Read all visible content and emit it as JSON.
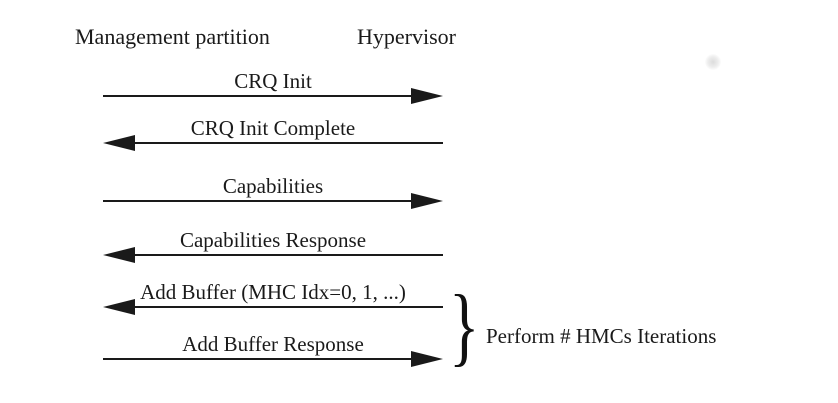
{
  "diagram": {
    "actors": [
      "Management partition",
      "Hypervisor"
    ],
    "messages": [
      {
        "label": "CRQ Init",
        "direction": "right"
      },
      {
        "label": "CRQ Init Complete",
        "direction": "left"
      },
      {
        "label": "Capabilities",
        "direction": "right"
      },
      {
        "label": "Capabilities Response",
        "direction": "left"
      },
      {
        "label": "Add Buffer (MHC Idx=0, 1, ...)",
        "direction": "left"
      },
      {
        "label": "Add Buffer Response",
        "direction": "right"
      }
    ],
    "group": {
      "brace_glyph": "}",
      "label": "Perform # HMCs Iterations",
      "grouped_messages": [
        "Add Buffer (MHC Idx=0, 1, ...)",
        "Add Buffer Response"
      ]
    },
    "colors": {
      "ink": "#1a1a1a",
      "background": "#ffffff"
    }
  }
}
